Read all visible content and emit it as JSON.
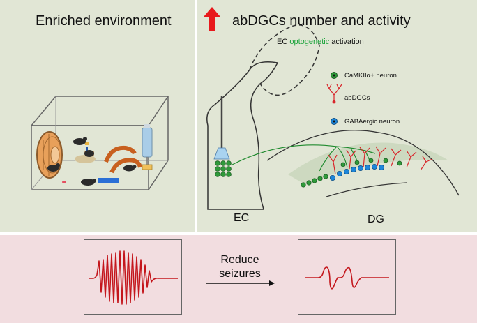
{
  "colors": {
    "panel_bg": "#e1e6d5",
    "bottom_bg": "#f2dde0",
    "accent_green": "#1aa33a",
    "arrow_red": "#e8191c",
    "signal_red": "#c4161c",
    "neuron_green": "#2f9a3a",
    "gaba_blue": "#1e86d9",
    "dendrite_red": "#d8262b"
  },
  "left_panel": {
    "title": "Enriched environment"
  },
  "right_panel": {
    "title": "abDGCs number and activity",
    "subtitle_prefix": "EC ",
    "subtitle_highlight": "optogenetic",
    "subtitle_suffix": " activation",
    "legend": [
      {
        "icon": "camkii-neuron-icon",
        "label": "CaMKIIα+ neuron"
      },
      {
        "icon": "abdgc-icon",
        "label": "abDGCs"
      },
      {
        "icon": "gaba-neuron-icon",
        "label": "GABAergic neuron"
      }
    ],
    "label_ec": "EC",
    "label_dg": "DG"
  },
  "bottom_panel": {
    "arrow_line1": "Reduce",
    "arrow_line2": "seizures"
  }
}
